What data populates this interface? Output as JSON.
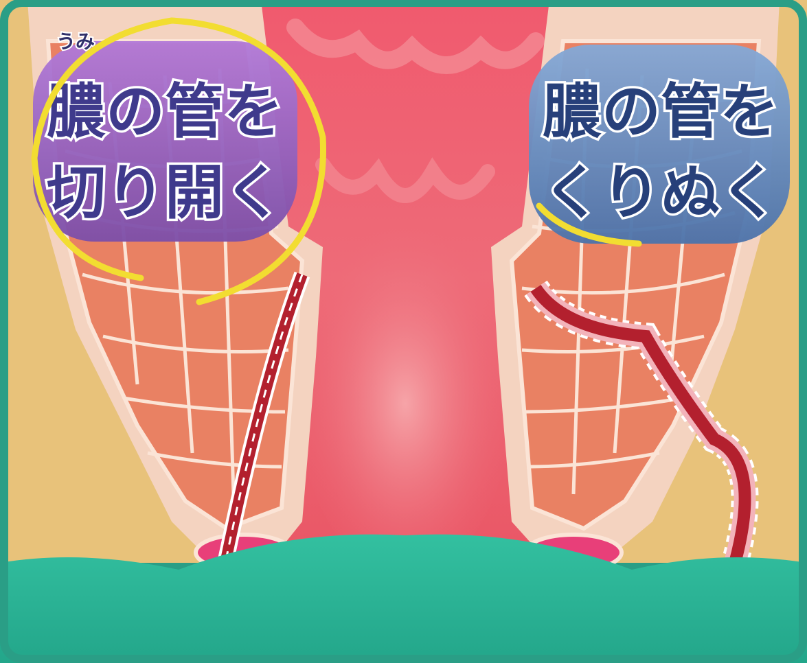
{
  "left_panel": {
    "ruby": "うみ",
    "line1": "膿の管を",
    "line2": "切り開く",
    "bubble_color": "#8d5fb8"
  },
  "right_panel": {
    "line1": "膿の管を",
    "line2": "くりぬく",
    "bubble_color": "#5d83b8"
  },
  "colors": {
    "background_frame": "#2a9e86",
    "canal": "#e8576a",
    "muscle": "#e98163",
    "highlight_circle": "#f2dd31",
    "fistula": "#b3202e"
  }
}
